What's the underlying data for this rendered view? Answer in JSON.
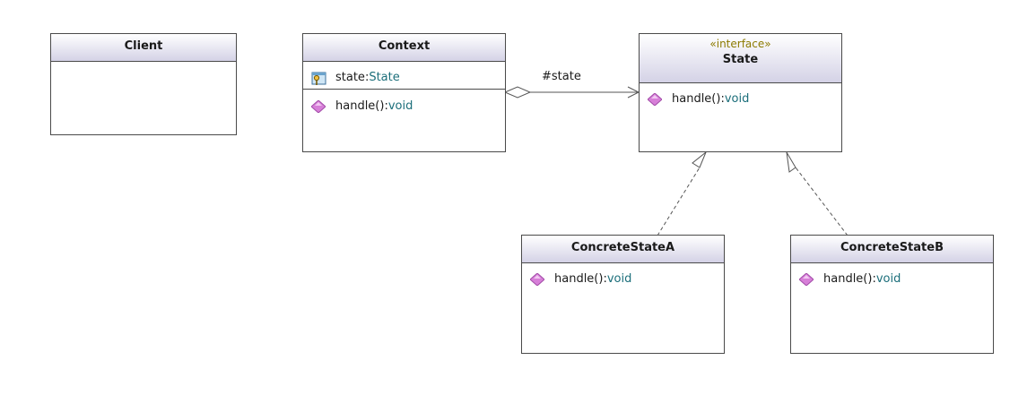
{
  "classes": {
    "client": {
      "name": "Client"
    },
    "context": {
      "name": "Context",
      "attribute": {
        "name": "state",
        "type": "State"
      },
      "operation": {
        "name": "handle()",
        "type": "void"
      }
    },
    "state": {
      "stereotype": "«interface»",
      "name": "State",
      "operation": {
        "name": "handle()",
        "type": "void"
      }
    },
    "concrete_a": {
      "name": "ConcreteStateA",
      "operation": {
        "name": "handle()",
        "type": "void"
      }
    },
    "concrete_b": {
      "name": "ConcreteStateB",
      "operation": {
        "name": "handle()",
        "type": "void"
      }
    }
  },
  "associations": {
    "context_state": {
      "label": "#state"
    }
  },
  "colors": {
    "header_gradient_bottom": "#d4d2e6",
    "stereotype": "#8c7a00",
    "type": "#1b6e7a",
    "operation_icon": "#d77fd8"
  },
  "icons": {
    "operation": "pink-diamond-icon",
    "attribute": "key-field-icon"
  }
}
